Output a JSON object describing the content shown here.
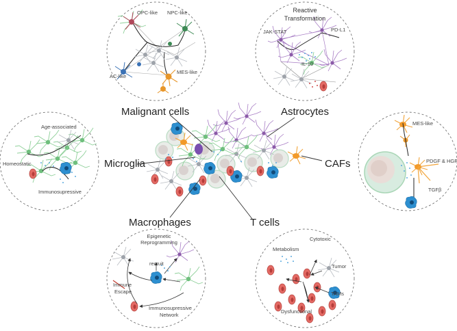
{
  "main_labels": {
    "malignant": "Malignant cells",
    "astrocytes": "Astrocytes",
    "microglia": "Microglia",
    "cafs": "CAFs",
    "macrophages": "Macrophages",
    "tcells": "T cells"
  },
  "malignant_panel": {
    "opc": "OPC-like",
    "npc": "NPC-like",
    "ac": "AC-like",
    "mes": "MES-like"
  },
  "astro_panel": {
    "title_line1": "Reactive",
    "title_line2": "Transformation",
    "jakstat": "JAK-STAT",
    "pdl1": "PD-L1",
    "il10": "IL-10"
  },
  "microglia_panel": {
    "age": "Age-associated",
    "homeostatic": "Homeostatic",
    "immuno": "Immunosupressive"
  },
  "caf_panel": {
    "mes": "MES-like",
    "pdgf": "PDGF & HGF",
    "tgfb": "TGFβ"
  },
  "macro_panel": {
    "epi_line1": "Epigenetic",
    "epi_line2": "Reprogramming",
    "recruit": "recruit",
    "escape_line1": "Immune",
    "escape_line2": "Escape",
    "network_line1": "Immunosupressive",
    "network_line2": "Network"
  },
  "tcell_panel": {
    "metabolism": "Metabolism",
    "cytotoxic": "Cytotoxic",
    "tumor": "Tumor",
    "tams": "TAMs",
    "dysfunctional": "Dysfunctional"
  },
  "colors": {
    "opc": "#b0485a",
    "npc": "#3d8a55",
    "ac": "#3b72b5",
    "mes": "#e8962a",
    "astro": "#a77cc4",
    "microglia": "#8fd09a",
    "macrophage": "#2d8fd0",
    "tcell": "#e46a64",
    "caf": "#f2a43a",
    "tumor_cell": "#d8ece0"
  }
}
